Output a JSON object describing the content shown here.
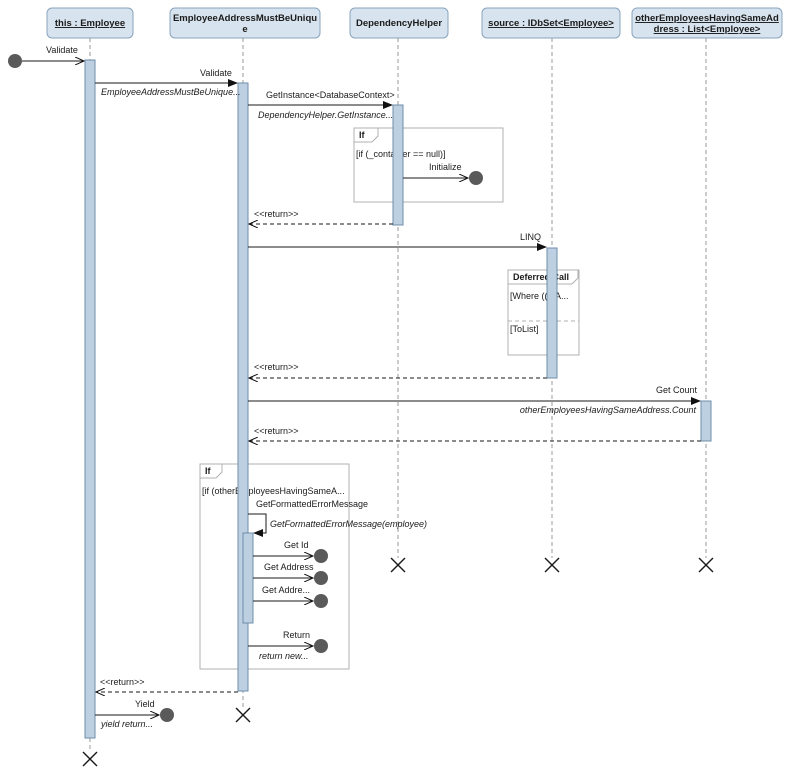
{
  "lifelines": [
    {
      "id": "employee",
      "label_lines": [
        "this : Employee"
      ],
      "underlined": true
    },
    {
      "id": "rule",
      "label_lines": [
        "EmployeeAddressMustBeUniqu",
        "e"
      ],
      "underlined": false
    },
    {
      "id": "helper",
      "label_lines": [
        "DependencyHelper"
      ],
      "underlined": false
    },
    {
      "id": "source",
      "label_lines": [
        "source : IDbSet<Employee>"
      ],
      "underlined": true
    },
    {
      "id": "others",
      "label_lines": [
        "otherEmployeesHavingSameAd",
        "dress : List<Employee>"
      ],
      "underlined": true
    }
  ],
  "messages": {
    "validate_in": "Validate",
    "validate_call": "Validate",
    "validate_note": "EmployeeAddressMustBeUnique...",
    "getinstance": "GetInstance<DatabaseContext>",
    "getinstance_note": "DependencyHelper.GetInstance...",
    "initialize": "Initialize",
    "return1": "<<return>>",
    "linq": "LINQ",
    "return2": "<<return>>",
    "getcount": "Get Count",
    "getcount_note": "otherEmployeesHavingSameAddress.Count",
    "return3": "<<return>>",
    "getformatted": "GetFormattedErrorMessage",
    "getformatted_note": "GetFormattedErrorMessage(employee)",
    "getid": "Get Id",
    "getaddress": "Get Address",
    "getaddress2": "Get Addre...",
    "return_call": "Return",
    "return_note": "return new...",
    "return4": "<<return>>",
    "yield": "Yield",
    "yield_note": "yield return..."
  },
  "fragments": {
    "if1": {
      "title": "If",
      "guard": "[if (_container == null)]"
    },
    "deferred": {
      "title": "Deferred Call",
      "guard1": "[Where ((e.A...",
      "guard2": "[ToList]"
    },
    "if2": {
      "title": "If",
      "guard": "[if (otherEmployeesHavingSameA..."
    }
  },
  "colors": {
    "header_fill": "#d7e3ee",
    "activation_fill": "#bcd0e2",
    "stroke": "#6f8dab"
  }
}
